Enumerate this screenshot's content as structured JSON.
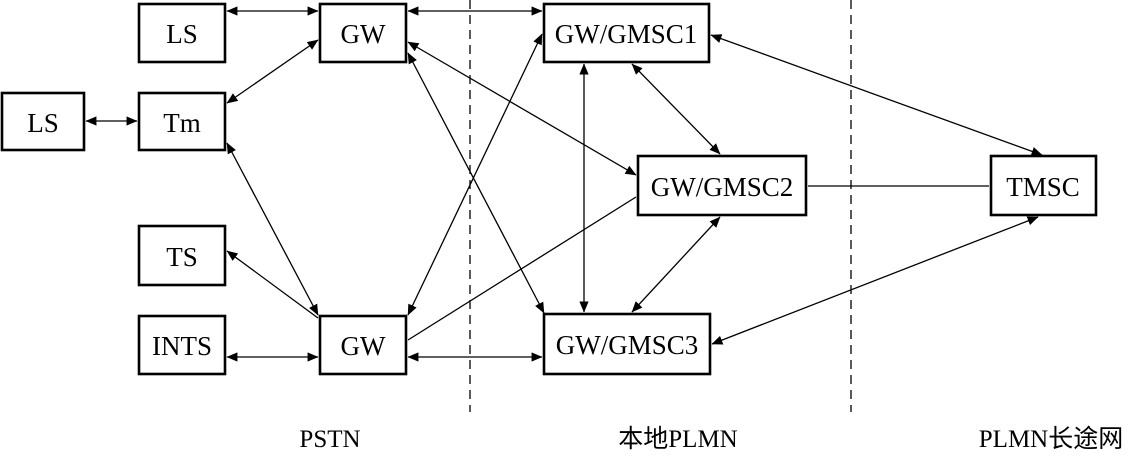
{
  "nodes": {
    "ls_top": "LS",
    "gw_top": "GW",
    "gmsc1": "GW/GMSC1",
    "ls_left": "LS",
    "tm": "Tm",
    "gmsc2": "GW/GMSC2",
    "tmsc": "TMSC",
    "ts": "TS",
    "ints": "INTS",
    "gw_bottom": "GW",
    "gmsc3": "GW/GMSC3"
  },
  "regions": {
    "pstn": "PSTN",
    "local_plmn": "本地PLMN",
    "plmn_long_distance": "PLMN长途网"
  },
  "connections": [
    {
      "from": "ls_top",
      "to": "gw_top",
      "arrows": "both"
    },
    {
      "from": "gw_top",
      "to": "gmsc1",
      "arrows": "both"
    },
    {
      "from": "ls_left",
      "to": "tm",
      "arrows": "both"
    },
    {
      "from": "tm",
      "to": "gw_top",
      "arrows": "both"
    },
    {
      "from": "tm",
      "to": "gw_bottom",
      "arrows": "both"
    },
    {
      "from": "gw_top",
      "to": "gmsc2",
      "arrows": "both"
    },
    {
      "from": "gw_top",
      "to": "gmsc3",
      "arrows": "both"
    },
    {
      "from": "gmsc1",
      "to": "gw_bottom",
      "arrows": "both"
    },
    {
      "from": "gmsc1",
      "to": "gmsc3",
      "arrows": "both"
    },
    {
      "from": "gmsc1",
      "to": "gmsc2",
      "arrows": "both"
    },
    {
      "from": "gmsc1",
      "to": "tmsc",
      "arrows": "both"
    },
    {
      "from": "gmsc2",
      "to": "tmsc",
      "arrows": "none"
    },
    {
      "from": "gmsc2",
      "to": "gmsc3",
      "arrows": "both"
    },
    {
      "from": "gmsc2",
      "to": "gw_bottom",
      "arrows": "none"
    },
    {
      "from": "gmsc3",
      "to": "tmsc",
      "arrows": "both"
    },
    {
      "from": "gw_bottom",
      "to": "ts",
      "arrows": "end"
    },
    {
      "from": "ints",
      "to": "gw_bottom",
      "arrows": "both"
    },
    {
      "from": "gw_bottom",
      "to": "gmsc3",
      "arrows": "both"
    }
  ]
}
